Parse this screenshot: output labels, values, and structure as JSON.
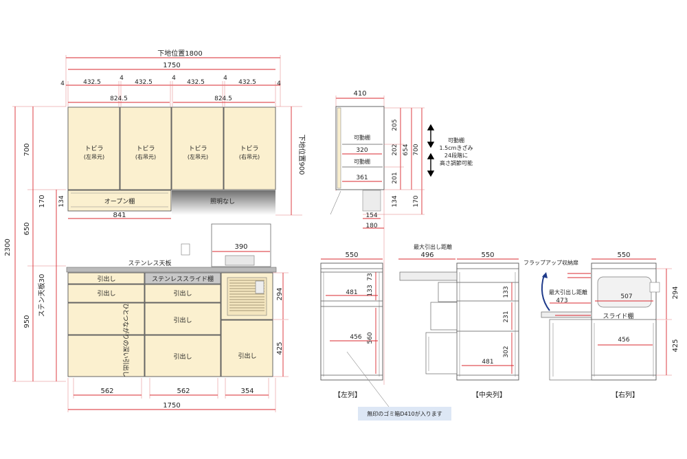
{
  "top": {
    "overall_1800": "下地位置1800",
    "overall_1750": "1750",
    "gap": "4",
    "door_width": "432.5",
    "pair_width": "824.5",
    "cabinet_height": "700",
    "underframe_900": "下地位置900",
    "open_shelf_height": "170",
    "open_shelf_134": "134",
    "open_shelf_label": "オープン棚",
    "open_shelf_width": "841",
    "no_light": "照明なし",
    "doors": [
      {
        "line1": "トビラ",
        "line2": "(左吊元)"
      },
      {
        "line1": "トビラ",
        "line2": "(右吊元)"
      },
      {
        "line1": "トビラ",
        "line2": "(左吊元)"
      },
      {
        "line1": "トビラ",
        "line2": "(右吊元)"
      }
    ]
  },
  "vertical": {
    "total": "2300",
    "upper": "700",
    "middle": "650",
    "lower": "950",
    "top_plate": "ステン天板30"
  },
  "side_view": {
    "depth": "410",
    "shelf_label_1": "可動棚",
    "shelf_label_2": "可動棚",
    "d320": "320",
    "d361": "361",
    "h205": "205",
    "h202": "202",
    "h201": "201",
    "h654": "654",
    "h700": "700",
    "h134": "134",
    "h170": "170",
    "w154": "154",
    "w180": "180",
    "note_line1": "可動棚",
    "note_line2": "1.5cmきざみ",
    "note_line3": "24段階に",
    "note_line4": "高さ調節可能"
  },
  "base": {
    "hood_width": "390",
    "counter_label": "ステンレス天板",
    "drawer": "引出し",
    "slide_shelf": "ステンレススライド棚",
    "vertical_drawer": "ひとつながりの深い引出し",
    "w562a": "562",
    "w562b": "562",
    "w354": "354",
    "total": "1750",
    "h294": "294",
    "h425": "425"
  },
  "sections": {
    "left_label": "【左列】",
    "center_label": "【中央列】",
    "right_label": "【右列】",
    "left_depth": "550",
    "left_73": "73",
    "left_133": "133",
    "left_481": "481",
    "left_456": "456",
    "left_560": "560",
    "max_pull": "最大引出し距離",
    "center_496": "496",
    "center_depth": "550",
    "center_133": "133",
    "center_231": "231",
    "center_302": "302",
    "center_481": "481",
    "flap_label": "フラップアップ収納扉",
    "max_pull_right": "最大引出し距離",
    "right_473": "473",
    "right_depth": "550",
    "right_507": "507",
    "right_294": "294",
    "right_456": "456",
    "right_425": "425",
    "slide_shelf": "スライド棚"
  },
  "callout": {
    "trash_note": "無印のゴミ箱D410が入ります"
  }
}
